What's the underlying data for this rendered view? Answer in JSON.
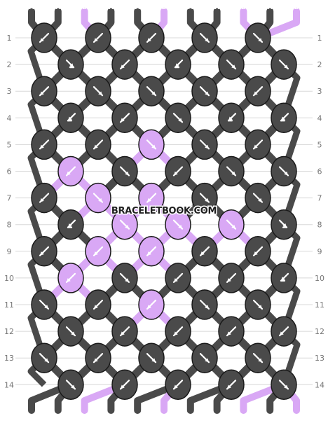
{
  "watermark": "BRACELETBOOK.COM",
  "colors": {
    "A": "#4a4a4a",
    "B": "#d9a8f5"
  },
  "strings_top": [
    "A",
    "A",
    "B",
    "A",
    "A",
    "B",
    "A",
    "A",
    "B",
    "A",
    "B"
  ],
  "strings_bottom": [
    "A",
    "A",
    "B",
    "A",
    "A",
    "B",
    "A",
    "A",
    "B",
    "A",
    "B"
  ],
  "row_numbers": [
    "1",
    "2",
    "3",
    "4",
    "5",
    "6",
    "7",
    "8",
    "9",
    "10",
    "11",
    "12",
    "13",
    "14"
  ],
  "knot_rows": [
    {
      "row": "1",
      "knots": [
        {
          "color": "A",
          "knot": "left"
        },
        {
          "color": "A",
          "knot": "left"
        },
        {
          "color": "A",
          "knot": "left"
        },
        {
          "color": "A",
          "knot": "right"
        },
        {
          "color": "A",
          "knot": "right"
        }
      ]
    },
    {
      "row": "2",
      "knots": [
        {
          "color": "A",
          "knot": "forward"
        },
        {
          "color": "A",
          "knot": "left"
        },
        {
          "color": "A",
          "knot": "backward"
        },
        {
          "color": "A",
          "knot": "right"
        },
        {
          "color": "A",
          "knot": "right"
        }
      ]
    },
    {
      "row": "3",
      "knots": [
        {
          "color": "A",
          "knot": "left"
        },
        {
          "color": "A",
          "knot": "right"
        },
        {
          "color": "A",
          "knot": "right"
        },
        {
          "color": "A",
          "knot": "right"
        },
        {
          "color": "A",
          "knot": "left"
        }
      ]
    },
    {
      "row": "4",
      "knots": [
        {
          "color": "A",
          "knot": "backward"
        },
        {
          "color": "A",
          "knot": "left"
        },
        {
          "color": "A",
          "knot": "right"
        },
        {
          "color": "A",
          "knot": "backward"
        },
        {
          "color": "A",
          "knot": "backward"
        }
      ]
    },
    {
      "row": "5",
      "knots": [
        {
          "color": "A",
          "knot": "left"
        },
        {
          "color": "A",
          "knot": "left"
        },
        {
          "color": "B",
          "knot": "right"
        },
        {
          "color": "A",
          "knot": "right"
        },
        {
          "color": "A",
          "knot": "left"
        }
      ]
    },
    {
      "row": "6",
      "knots": [
        {
          "color": "B",
          "knot": "left"
        },
        {
          "color": "A",
          "knot": "right"
        },
        {
          "color": "A",
          "knot": "left"
        },
        {
          "color": "A",
          "knot": "right"
        },
        {
          "color": "A",
          "knot": "right"
        }
      ]
    },
    {
      "row": "7",
      "knots": [
        {
          "color": "A",
          "knot": "left"
        },
        {
          "color": "B",
          "knot": "right"
        },
        {
          "color": "B",
          "knot": "left"
        },
        {
          "color": "A",
          "knot": "right"
        },
        {
          "color": "A",
          "knot": "right"
        }
      ]
    },
    {
      "row": "8",
      "knots": [
        {
          "color": "A",
          "knot": "backward"
        },
        {
          "color": "B",
          "knot": "right"
        },
        {
          "color": "B",
          "knot": "right"
        },
        {
          "color": "B",
          "knot": "right"
        },
        {
          "color": "A",
          "knot": "forward"
        }
      ]
    },
    {
      "row": "9",
      "knots": [
        {
          "color": "A",
          "knot": "left"
        },
        {
          "color": "B",
          "knot": "left"
        },
        {
          "color": "B",
          "knot": "left"
        },
        {
          "color": "A",
          "knot": "left"
        },
        {
          "color": "A",
          "knot": "left"
        }
      ]
    },
    {
      "row": "10",
      "knots": [
        {
          "color": "B",
          "knot": "left"
        },
        {
          "color": "A",
          "knot": "right"
        },
        {
          "color": "A",
          "knot": "left"
        },
        {
          "color": "A",
          "knot": "left"
        },
        {
          "color": "A",
          "knot": "backward"
        }
      ]
    },
    {
      "row": "11",
      "knots": [
        {
          "color": "A",
          "knot": "right"
        },
        {
          "color": "A",
          "knot": "left"
        },
        {
          "color": "B",
          "knot": "left"
        },
        {
          "color": "A",
          "knot": "right"
        },
        {
          "color": "A",
          "knot": "right"
        }
      ]
    },
    {
      "row": "12",
      "knots": [
        {
          "color": "A",
          "knot": "right"
        },
        {
          "color": "A",
          "knot": "left"
        },
        {
          "color": "A",
          "knot": "left"
        },
        {
          "color": "A",
          "knot": "left"
        },
        {
          "color": "A",
          "knot": "left"
        }
      ]
    },
    {
      "row": "13",
      "knots": [
        {
          "color": "A",
          "knot": "right"
        },
        {
          "color": "A",
          "knot": "left"
        },
        {
          "color": "A",
          "knot": "right"
        },
        {
          "color": "A",
          "knot": "right"
        },
        {
          "color": "A",
          "knot": "right"
        }
      ]
    },
    {
      "row": "14",
      "knots": [
        {
          "color": "A",
          "knot": "right"
        },
        {
          "color": "A",
          "knot": "left"
        },
        {
          "color": "A",
          "knot": "left"
        },
        {
          "color": "A",
          "knot": "left"
        },
        {
          "color": "A",
          "knot": "right"
        }
      ]
    }
  ]
}
